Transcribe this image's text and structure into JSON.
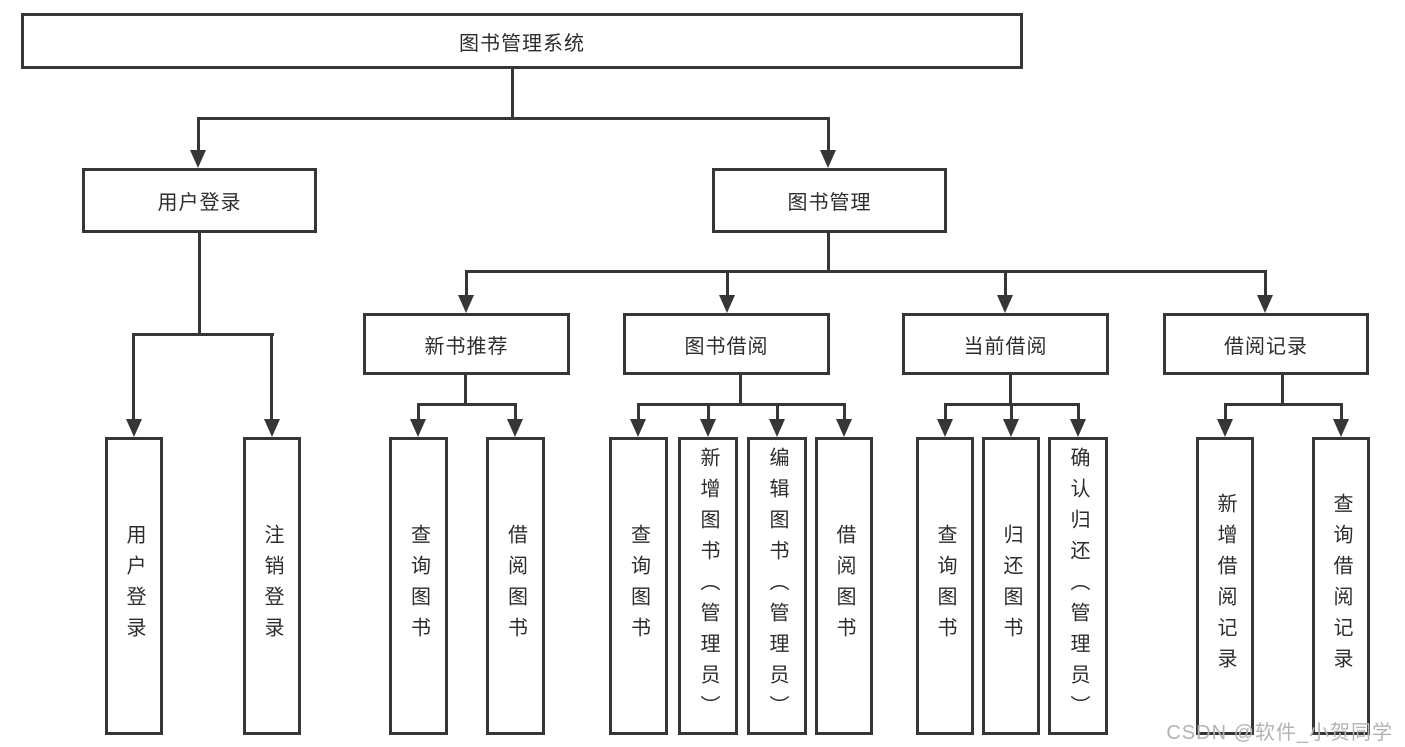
{
  "root": {
    "label": "图书管理系统"
  },
  "level2": [
    {
      "label": "用户登录"
    },
    {
      "label": "图书管理"
    }
  ],
  "level3": [
    {
      "label": "新书推荐",
      "parent": "图书管理"
    },
    {
      "label": "图书借阅",
      "parent": "图书管理"
    },
    {
      "label": "当前借阅",
      "parent": "图书管理"
    },
    {
      "label": "借阅记录",
      "parent": "图书管理"
    }
  ],
  "level4": [
    {
      "label": "用户登录",
      "parent": "用户登录"
    },
    {
      "label": "注销登录",
      "parent": "用户登录"
    },
    {
      "label": "查询图书",
      "parent": "新书推荐"
    },
    {
      "label": "借阅图书",
      "parent": "新书推荐"
    },
    {
      "label": "查询图书",
      "parent": "图书借阅"
    },
    {
      "label": "新增图书（管理员）",
      "parent": "图书借阅"
    },
    {
      "label": "编辑图书（管理员）",
      "parent": "图书借阅"
    },
    {
      "label": "借阅图书",
      "parent": "图书借阅"
    },
    {
      "label": "查询图书",
      "parent": "当前借阅"
    },
    {
      "label": "归还图书",
      "parent": "当前借阅"
    },
    {
      "label": "确认归还（管理员）",
      "parent": "当前借阅"
    },
    {
      "label": "新增借阅记录",
      "parent": "借阅记录"
    },
    {
      "label": "查询借阅记录",
      "parent": "借阅记录"
    }
  ],
  "watermark": "CSDN @软件_小贺同学",
  "colors": {
    "line": "#363636",
    "text": "#2d2d2d",
    "watermark": "#b3b3b3",
    "background": "#ffffff"
  }
}
